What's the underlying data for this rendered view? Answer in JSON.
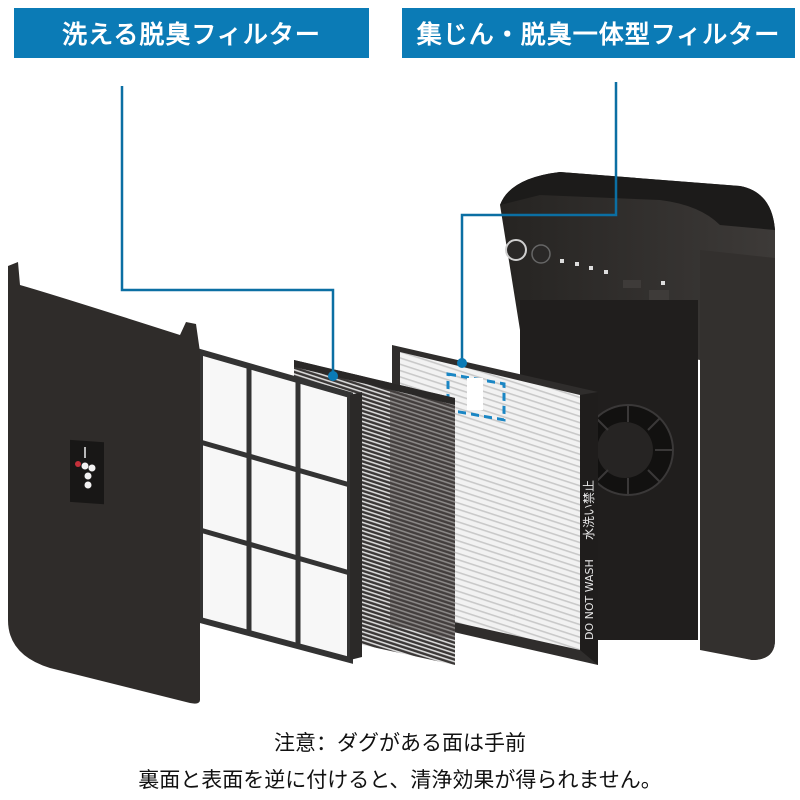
{
  "labels": {
    "washable_deodorizing_filter": "洗える脱臭フィルター",
    "integrated_dust_deodorizing_filter": "集じん・脱臭一体型フィルター"
  },
  "filter_print": {
    "do_not_wash": "DO NOT WASH",
    "no_water_wash_jp": "水洗い禁止"
  },
  "caption": {
    "line1": "注意：ダグがある面は手前",
    "line2": "裏面と表面を逆に付けると、清浄効果が得られません。"
  },
  "colors": {
    "accent": "#0b7bb6",
    "device": "#2e2c2a"
  }
}
